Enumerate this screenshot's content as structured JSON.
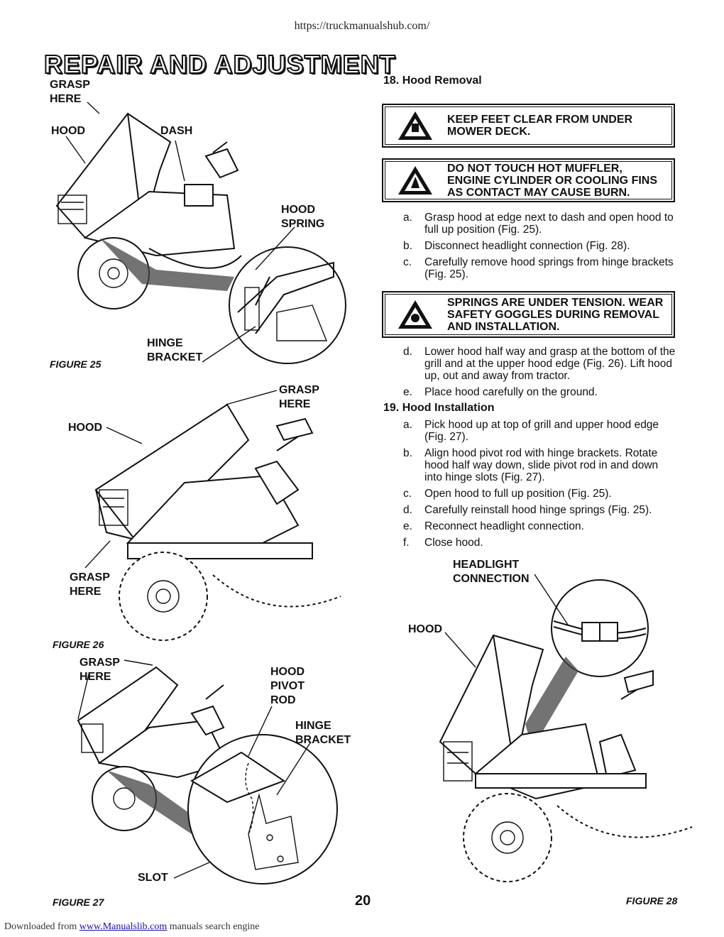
{
  "header": {
    "url": "https://truckmanualshub.com/"
  },
  "title": "REPAIR AND ADJUSTMENT",
  "figures": {
    "fig25": {
      "caption": "FIGURE 25",
      "labels": {
        "grasp_here": "GRASP\nHERE",
        "hood": "HOOD",
        "dash": "DASH",
        "hood_spring": "HOOD\nSPRING",
        "hinge_bracket": "HINGE\nBRACKET"
      }
    },
    "fig26": {
      "caption": "FIGURE 26",
      "labels": {
        "grasp_here_top": "GRASP\nHERE",
        "hood": "HOOD",
        "grasp_here_bottom": "GRASP\nHERE"
      }
    },
    "fig27": {
      "caption": "FIGURE 27",
      "labels": {
        "grasp_here": "GRASP\nHERE",
        "hood_pivot_rod": "HOOD\nPIVOT\nROD",
        "hinge_bracket": "HINGE\nBRACKET",
        "slot": "SLOT"
      }
    },
    "fig28": {
      "caption": "FIGURE 28",
      "labels": {
        "headlight_connection": "HEADLIGHT\nCONNECTION",
        "hood": "HOOD"
      }
    }
  },
  "section18": {
    "heading": "18.  Hood Removal",
    "warnings": [
      "KEEP FEET CLEAR FROM UNDER MOWER DECK.",
      "DO NOT TOUCH HOT MUFFLER, ENGINE CYLINDER OR COOLING FINS AS CONTACT MAY CAUSE BURN."
    ],
    "steps_a": [
      {
        "key": "a.",
        "text": "Grasp hood at edge next to dash and open hood to full up position (Fig. 25)."
      },
      {
        "key": "b.",
        "text": "Disconnect headlight connection (Fig. 28)."
      },
      {
        "key": "c.",
        "text": "Carefully remove hood springs from hinge brackets (Fig. 25)."
      }
    ],
    "warning3": "SPRINGS ARE UNDER TENSION. WEAR SAFETY GOGGLES DURING REMOVAL AND INSTALLATION.",
    "steps_b": [
      {
        "key": "d.",
        "text": "Lower hood half way and grasp at the bottom of the grill and at the upper hood edge (Fig. 26). Lift hood up, out and away from tractor."
      },
      {
        "key": "e.",
        "text": "Place hood carefully on the ground."
      }
    ]
  },
  "section19": {
    "heading": "19.  Hood Installation",
    "steps": [
      {
        "key": "a.",
        "text": "Pick hood up at top of grill and upper hood edge (Fig. 27)."
      },
      {
        "key": "b.",
        "text": "Align hood pivot rod with hinge brackets. Rotate hood half way down, slide pivot rod in and down into hinge slots (Fig. 27)."
      },
      {
        "key": "c.",
        "text": "Open hood to full up position (Fig. 25)."
      },
      {
        "key": "d.",
        "text": "Carefully reinstall hood hinge springs (Fig. 25)."
      },
      {
        "key": "e.",
        "text": "Reconnect headlight connection."
      },
      {
        "key": "f.",
        "text": "Close hood."
      }
    ]
  },
  "page_number": "20",
  "footer": {
    "prefix": "Downloaded from ",
    "link": "www.Manualslib.com",
    "suffix": " manuals search engine"
  }
}
